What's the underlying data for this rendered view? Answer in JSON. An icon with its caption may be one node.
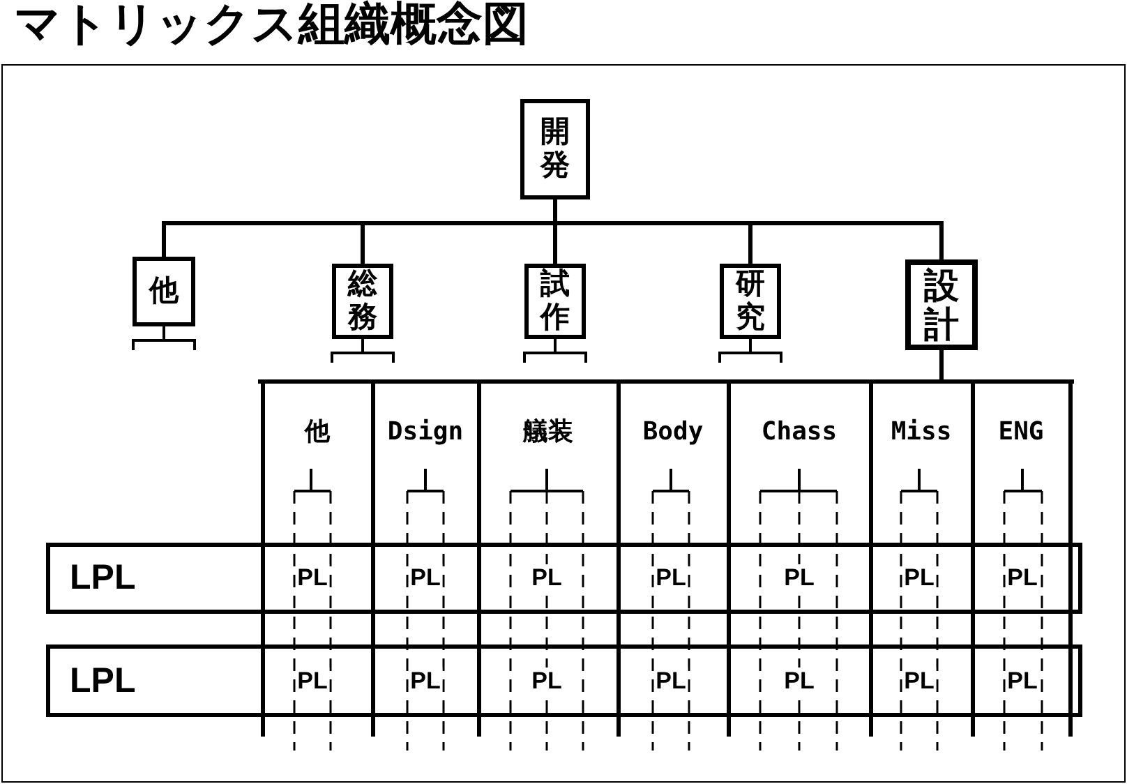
{
  "diagram": {
    "title": "マトリックス組織概念図",
    "nodes": [
      {
        "text": [
          "開発"
        ]
      },
      {
        "text": [
          "他"
        ]
      },
      {
        "text": [
          "総務"
        ]
      },
      {
        "text": [
          "試作"
        ]
      },
      {
        "text": [
          "研究"
        ]
      },
      {
        "text": [
          "設計"
        ]
      },
      {
        "text": [
          "他"
        ]
      },
      {
        "text": [
          "Dsign"
        ]
      },
      {
        "text": [
          "艤装"
        ]
      },
      {
        "text": [
          "Body"
        ]
      },
      {
        "text": [
          "Chass"
        ]
      },
      {
        "text": [
          "Miss"
        ]
      },
      {
        "text": [
          "ENG"
        ]
      },
      {
        "text": [
          "LPL"
        ]
      },
      {
        "text": [
          "LPL"
        ]
      }
    ],
    "edges": [
      {
        "from": 0,
        "to": 1,
        "arrow": "none"
      },
      {
        "from": 0,
        "to": 2,
        "arrow": "none"
      },
      {
        "from": 0,
        "to": 3,
        "arrow": "none"
      },
      {
        "from": 0,
        "to": 4,
        "arrow": "none"
      },
      {
        "from": 0,
        "to": 5,
        "arrow": "none"
      },
      {
        "from": 5,
        "to": 6,
        "arrow": "none"
      },
      {
        "from": 5,
        "to": 7,
        "arrow": "none"
      },
      {
        "from": 5,
        "to": 8,
        "arrow": "none"
      },
      {
        "from": 5,
        "to": 9,
        "arrow": "none"
      },
      {
        "from": 5,
        "to": 10,
        "arrow": "none"
      },
      {
        "from": 5,
        "to": 11,
        "arrow": "none"
      },
      {
        "from": 5,
        "to": 12,
        "arrow": "none"
      }
    ],
    "labels": [
      "PL",
      "PL",
      "PL",
      "PL",
      "PL",
      "PL",
      "PL",
      "PL",
      "PL",
      "PL",
      "PL",
      "PL",
      "PL",
      "PL"
    ]
  }
}
